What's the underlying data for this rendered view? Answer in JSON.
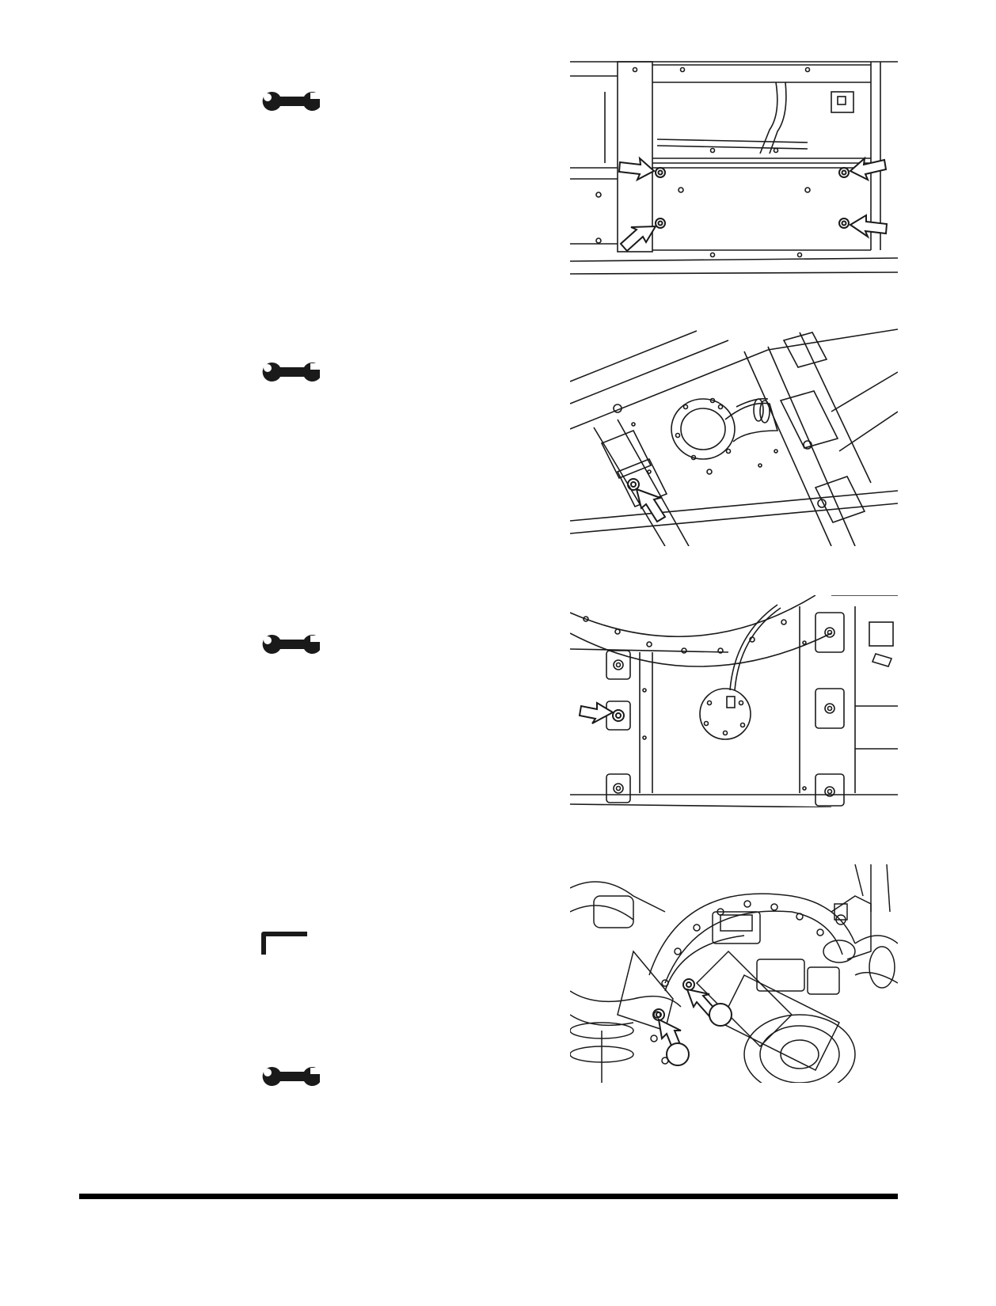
{
  "page": {
    "background": "#ffffff",
    "ink": "#1a1a1a"
  },
  "tool_icons": [
    {
      "icon": "wrench-icon"
    },
    {
      "icon": "wrench-icon"
    },
    {
      "icon": "wrench-icon"
    },
    {
      "icon": "hex-key-icon"
    },
    {
      "icon": "wrench-icon"
    }
  ],
  "figures": [
    {
      "name": "figure-frame-panel-four-bolts",
      "callout_arrows": 4
    },
    {
      "name": "figure-tank-flange-single-bolt",
      "callout_arrows": 1
    },
    {
      "name": "figure-frame-sensor-single-bolt",
      "callout_arrows": 1
    },
    {
      "name": "figure-axle-hub-two-callouts",
      "callout_arrows": 2
    }
  ],
  "footer": {
    "rule": "horizontal-rule"
  }
}
